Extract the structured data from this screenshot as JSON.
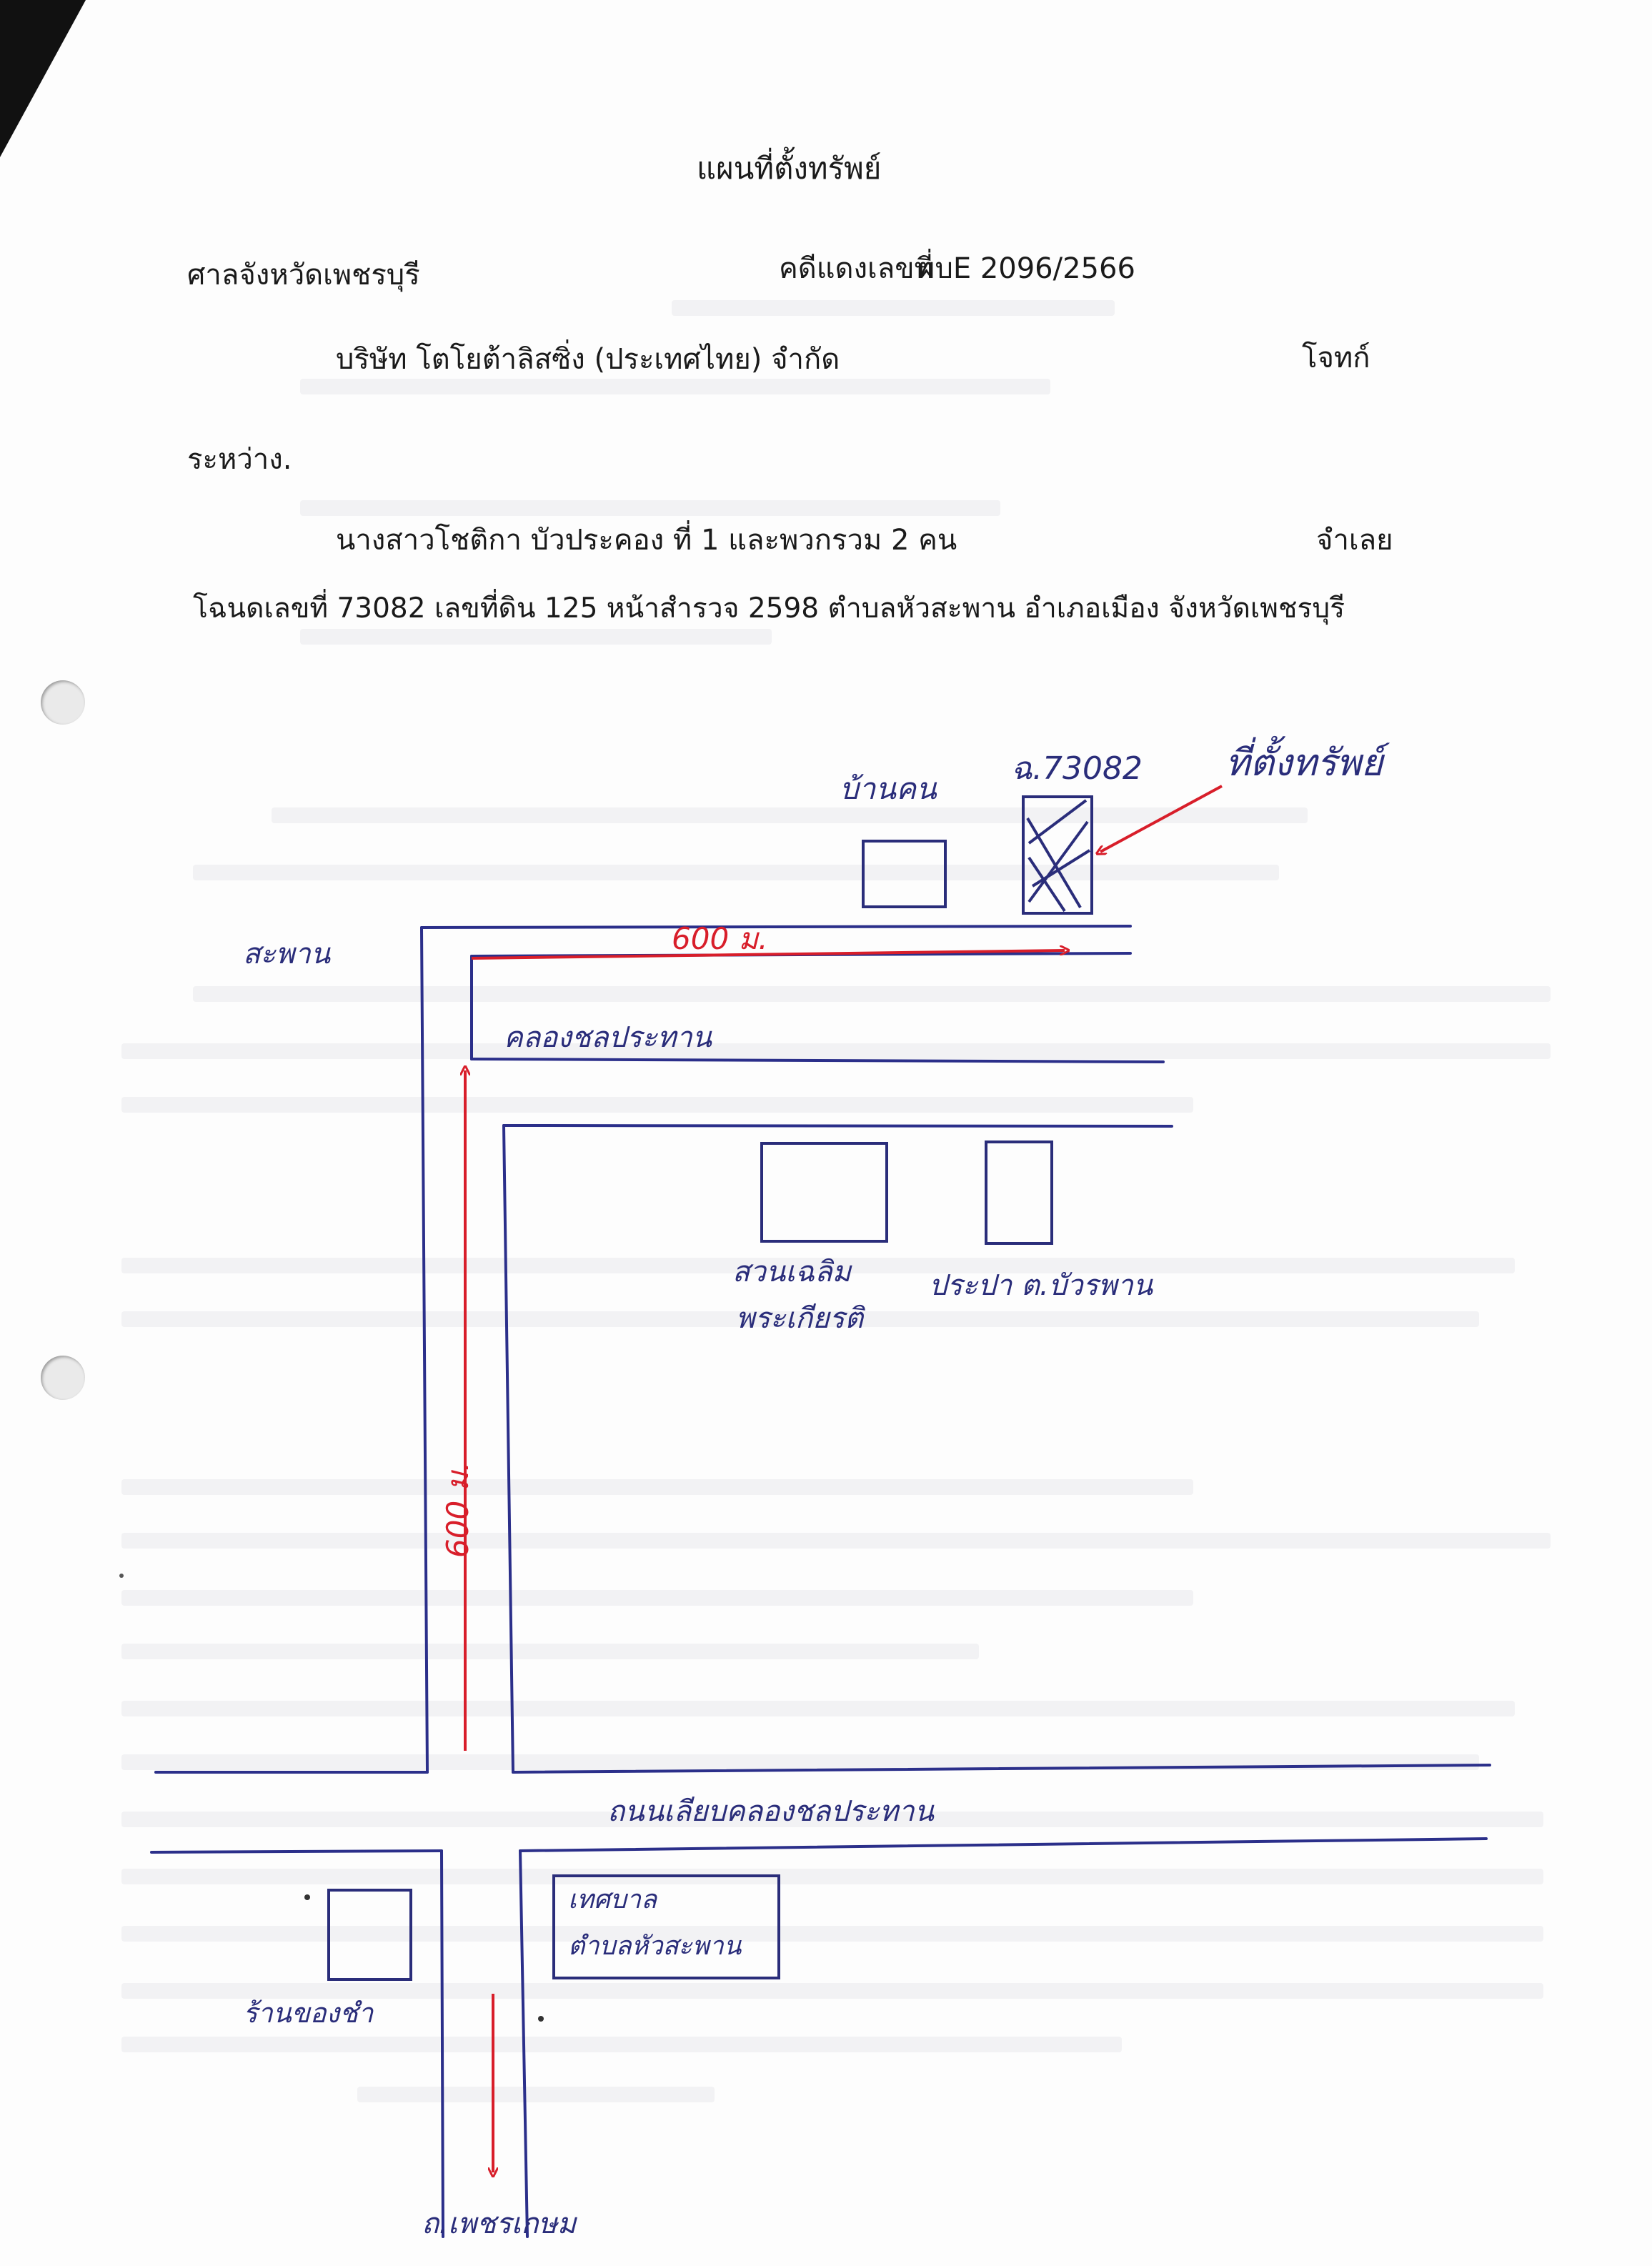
{
  "header": {
    "title": "แผนที่ตั้งทรัพย์",
    "court": "ศาลจังหวัดเพชรบุรี",
    "case_label": "คดีแดงเลขที่",
    "case_number": "ผบE 2096/2566",
    "plaintiff_name": "บริษัท โตโยต้าลิสซิ่ง (ประเทศไทย) จำกัด",
    "plaintiff_role": "โจทก์",
    "between": "ระหว่าง.",
    "defendant_name": "นางสาวโชติกา  บัวประคอง ที่ 1 และพวกรวม 2 คน",
    "defendant_role": "จำเลย",
    "deed_line": "โฉนดเลขที่ 73082 เลขที่ดิน  125  หน้าสำรวจ  2598 ตำบลหัวสะพาน  อำเภอเมือง  จังหวัดเพชรบุรี"
  },
  "map": {
    "deed_label": "ฉ.73082",
    "property_location": "ที่ตั้งทรัพย์",
    "house_label": "บ้านคน",
    "bridge_label": "สะพาน",
    "distance_top": "600 ม.",
    "canal_road_label": "คลองชลประทาน",
    "distance_vertical": "600 ม.",
    "garden_label_1": "สวนเฉลิม",
    "garden_label_2": "พระเกียรติ",
    "water_supply_label": "ประปา ต.บัวรพาน",
    "main_road_label": "ถนนเลียบคลองชลประทาน",
    "municipality_label_1": "เทศบาล",
    "municipality_label_2": "ตำบลหัวสะพาน",
    "shop_label": "ร้านของชำ",
    "bottom_road_label": "ถ.เพชรเกษม",
    "colors": {
      "road_lines": "#2b2f8a",
      "red_arrows": "#d81e2a",
      "ink": "#2a2d7a"
    }
  }
}
